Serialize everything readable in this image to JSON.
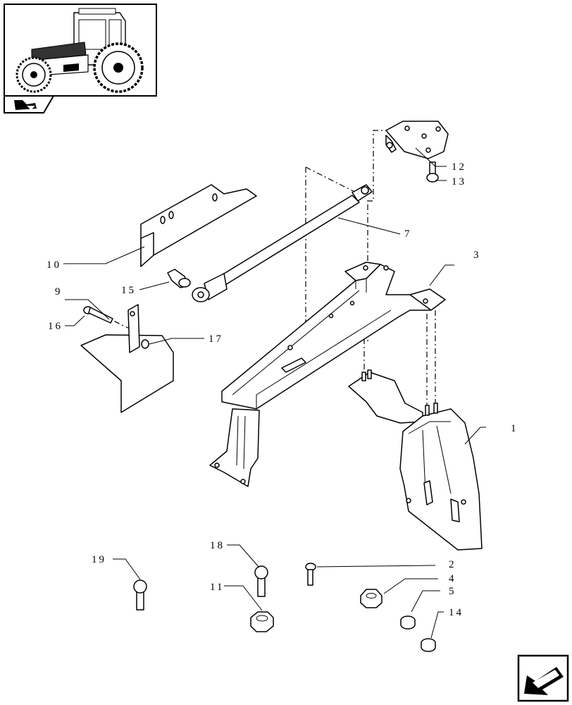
{
  "callouts": [
    {
      "id": "c1",
      "text": "1"
    },
    {
      "id": "c2",
      "text": "2"
    },
    {
      "id": "c3",
      "text": "3"
    },
    {
      "id": "c4",
      "text": "4"
    },
    {
      "id": "c5",
      "text": "5"
    },
    {
      "id": "c7",
      "text": "7"
    },
    {
      "id": "c9",
      "text": "9"
    },
    {
      "id": "c10",
      "text": "10"
    },
    {
      "id": "c11",
      "text": "11"
    },
    {
      "id": "c12",
      "text": "12"
    },
    {
      "id": "c13",
      "text": "13"
    },
    {
      "id": "c14",
      "text": "14"
    },
    {
      "id": "c15",
      "text": "15"
    },
    {
      "id": "c16",
      "text": "16"
    },
    {
      "id": "c17",
      "text": "17"
    },
    {
      "id": "c18",
      "text": "18"
    },
    {
      "id": "c19",
      "text": "19"
    }
  ],
  "icons": {
    "thumbnail": "tractor-thumbnail",
    "section": "section-folder-icon",
    "next": "next-page-arrow-icon"
  }
}
